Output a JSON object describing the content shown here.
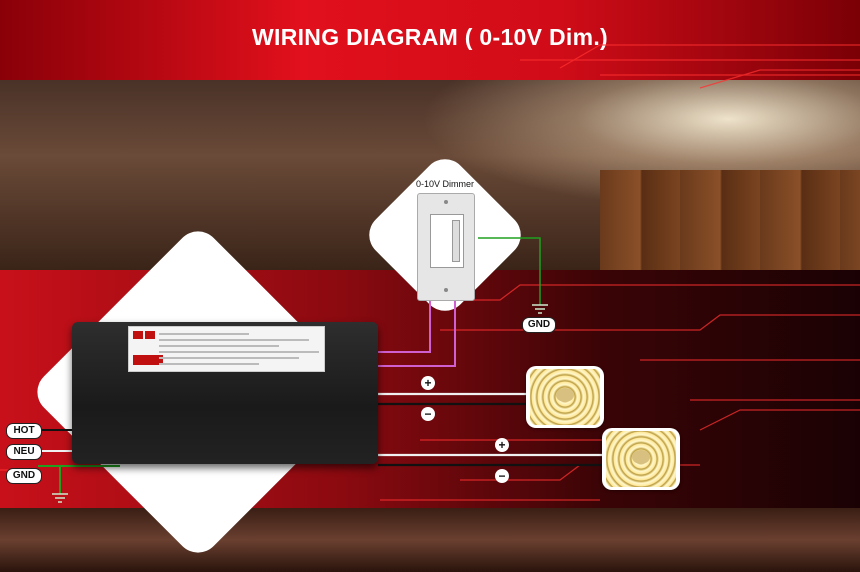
{
  "header": {
    "title": "WIRING DIAGRAM ( 0-10V Dim.)"
  },
  "dimmer": {
    "label": "0-10V Dimmer"
  },
  "terminals": {
    "hot": "HOT",
    "neu": "NEU",
    "gnd_left": "GND",
    "gnd_dimmer": "GND"
  },
  "strip1": {
    "plus": "+",
    "minus": "−"
  },
  "strip2": {
    "plus": "+",
    "minus": "−"
  },
  "colors": {
    "accent": "#e1101c",
    "ground_wire": "#1fa01f",
    "dim_wire": "#d060d0",
    "hot_wire": "#111111",
    "neutral_wire": "#ffffff"
  }
}
